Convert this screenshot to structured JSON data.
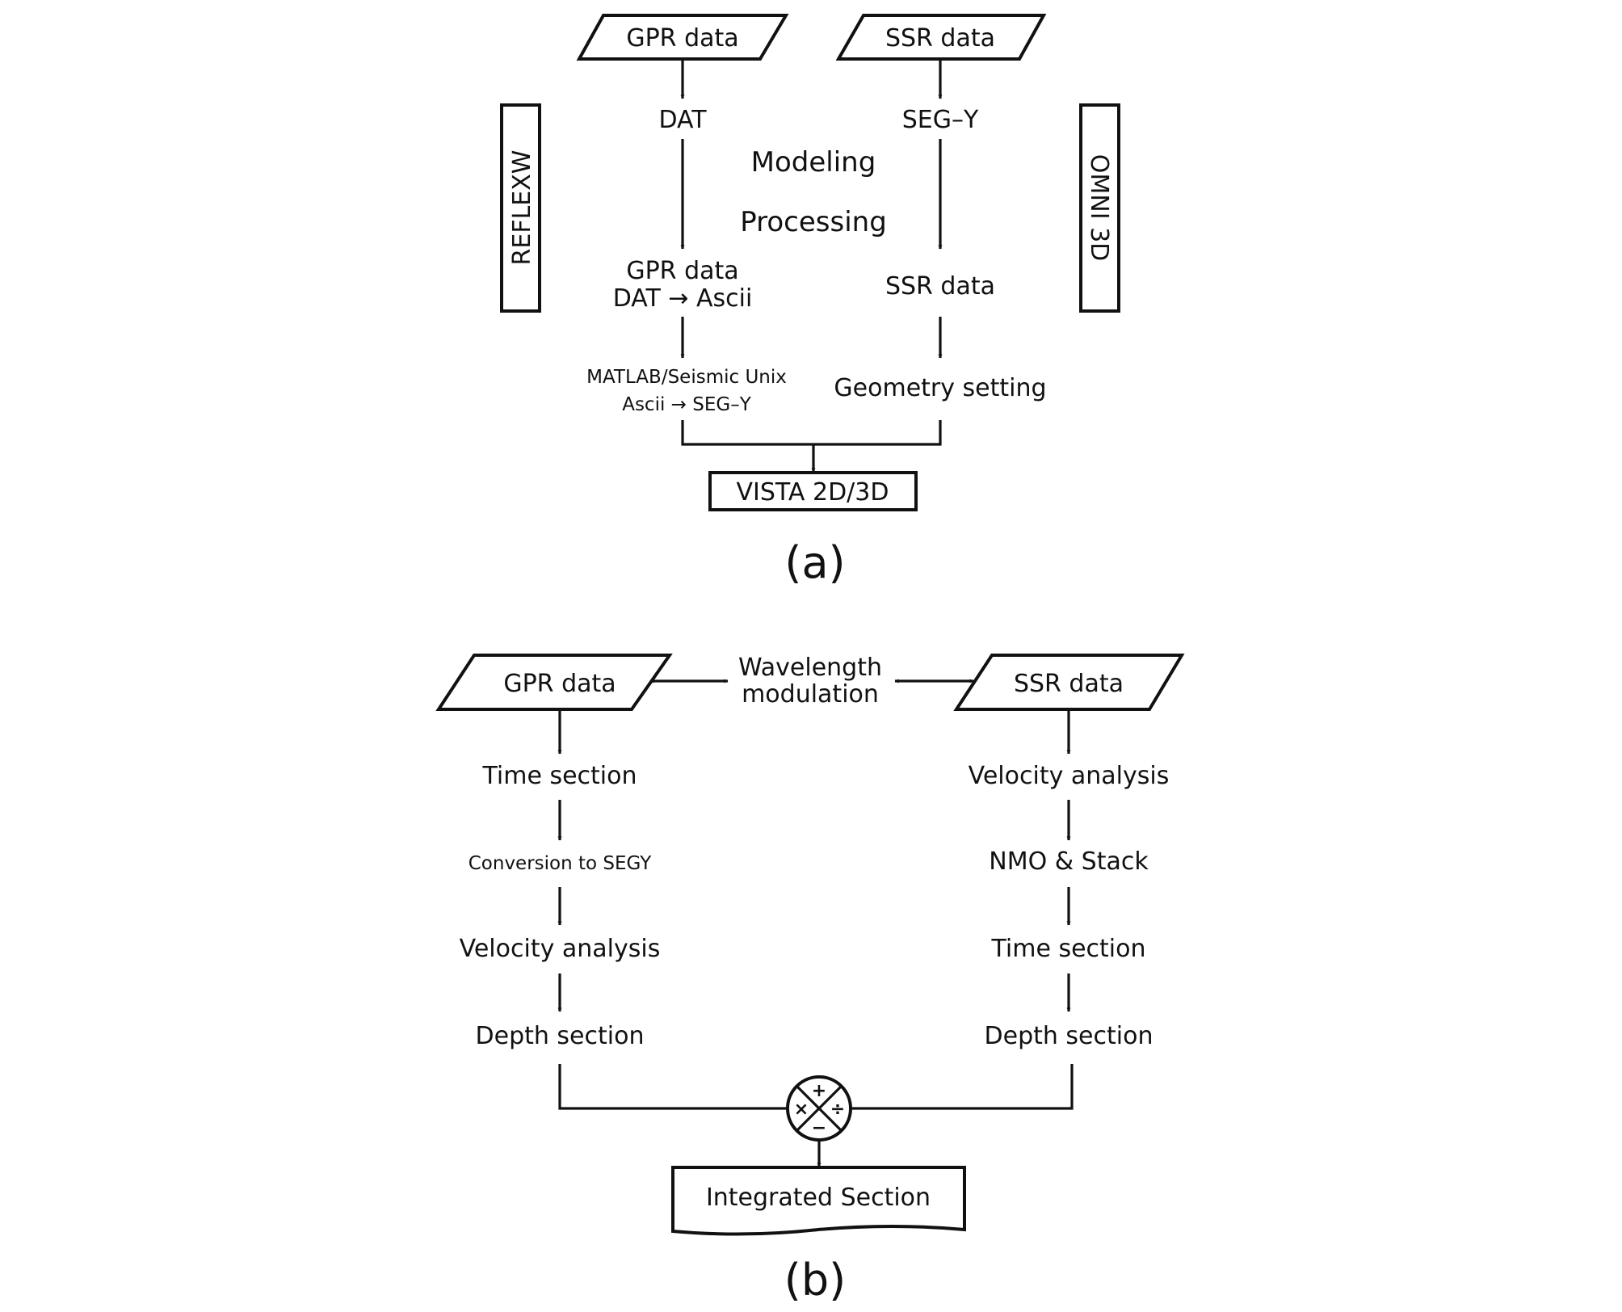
{
  "panel_a": {
    "gpr_input": "GPR data",
    "ssr_input": "SSR data",
    "gpr_format": "DAT",
    "ssr_format": "SEG–Y",
    "modeling": "Modeling",
    "processing": "Processing",
    "gpr_result_line1": "GPR data",
    "gpr_result_line2": "DAT → Ascii",
    "ssr_result": "SSR data",
    "matlab_line1": "MATLAB/Seismic Unix",
    "matlab_line2": "Ascii → SEG–Y",
    "geometry": "Geometry setting",
    "vista": "VISTA 2D/3D",
    "reflexw": "REFLEXW",
    "omni": "OMNI 3D",
    "caption": "(a)"
  },
  "panel_b": {
    "gpr_input": "GPR data",
    "ssr_input": "SSR data",
    "wavelength_line1": "Wavelength",
    "wavelength_line2": "modulation",
    "gpr_steps": [
      "Time section",
      "Conversion to SEGY",
      "Velocity analysis",
      "Depth section"
    ],
    "ssr_steps": [
      "Velocity analysis",
      "NMO & Stack",
      "Time section",
      "Depth section"
    ],
    "operator_symbols": [
      "+",
      "×",
      "÷",
      "−"
    ],
    "integrated": "Integrated Section",
    "caption": "(b)"
  }
}
